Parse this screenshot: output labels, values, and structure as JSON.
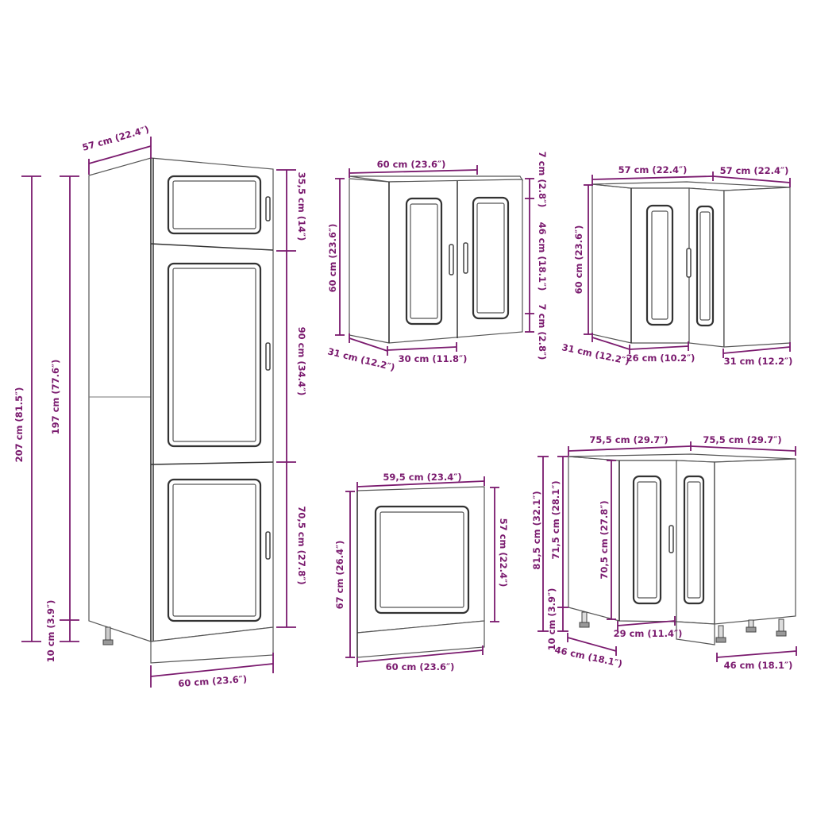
{
  "accent_color": "#7a1a6e",
  "tall_cabinet": {
    "depth": "57 cm (22.4″)",
    "total_height": "207 cm (81.5″)",
    "body_height": "197 cm (77.6″)",
    "plinth_height": "10 cm (3.9″)",
    "top_door": "35,5 cm (14″)",
    "middle_door": "90 cm (34.4″)",
    "bottom_door": "70,5 cm (27.8″)",
    "width": "60 cm (23.6″)"
  },
  "wall_cabinet": {
    "width": "60 cm (23.6″)",
    "height": "60 cm (23.6″)",
    "depth": "31 cm (12.2″)",
    "door_width": "30 cm (11.8″)",
    "top_margin": "7 cm (2.8″)",
    "panel_height": "46 cm (18.1″)",
    "bottom_margin": "7 cm (2.8″)"
  },
  "wall_corner_cabinet": {
    "width_left": "57 cm (22.4″)",
    "width_right": "57 cm (22.4″)",
    "height": "60 cm (23.6″)",
    "depth_left": "31 cm (12.2″)",
    "door_width": "26 cm (10.2″)",
    "depth_right": "31 cm (12.2″)"
  },
  "dishwasher_panel": {
    "width_top": "59,5 cm (23.4″)",
    "panel_height": "57 cm (22.4″)",
    "total_height": "67 cm (26.4″)",
    "width_bottom": "60 cm (23.6″)"
  },
  "base_corner_cabinet": {
    "width_left": "75,5 cm (29.7″)",
    "width_right": "75,5 cm (29.7″)",
    "total_height": "81,5 cm (32.1″)",
    "body_height": "71,5 cm (28.1″)",
    "door_height": "70,5 cm (27.8″)",
    "leg_height": "10 cm (3.9″)",
    "door_width": "29 cm (11.4″)",
    "depth_left": "46 cm (18.1″)",
    "depth_right": "46 cm (18.1″)"
  }
}
